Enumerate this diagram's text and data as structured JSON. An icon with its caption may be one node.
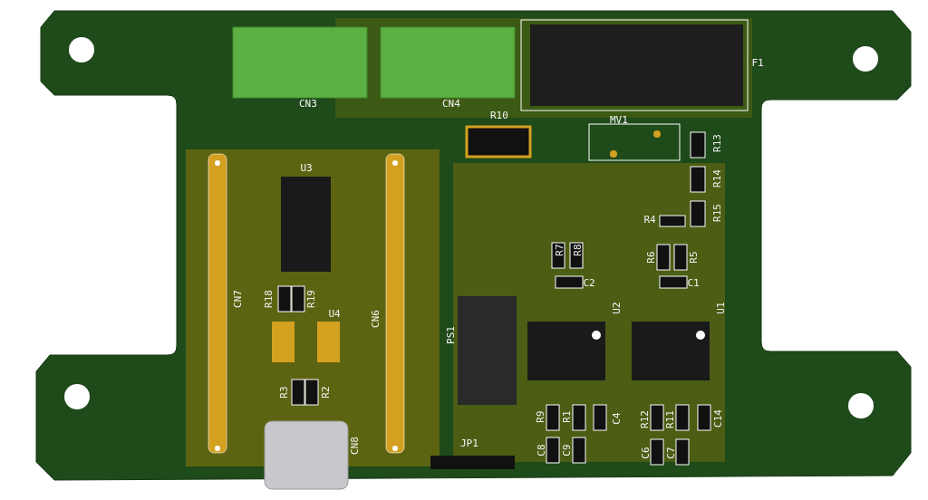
{
  "diagram": {
    "labels": [
      "CN3",
      "CN4",
      "F1",
      "R10",
      "MV1",
      "R13",
      "U3",
      "R14",
      "R15",
      "R4",
      "R7",
      "R8",
      "R6",
      "R5",
      "C2",
      "C1",
      "CN7",
      "R18",
      "R19",
      "U2",
      "U1",
      "U4",
      "CN6",
      "PS1",
      "R3",
      "R2",
      "R9",
      "R1",
      "C4",
      "R12",
      "R11",
      "C14",
      "JP1",
      "CN8",
      "C8",
      "C9",
      "C6",
      "C7"
    ]
  }
}
